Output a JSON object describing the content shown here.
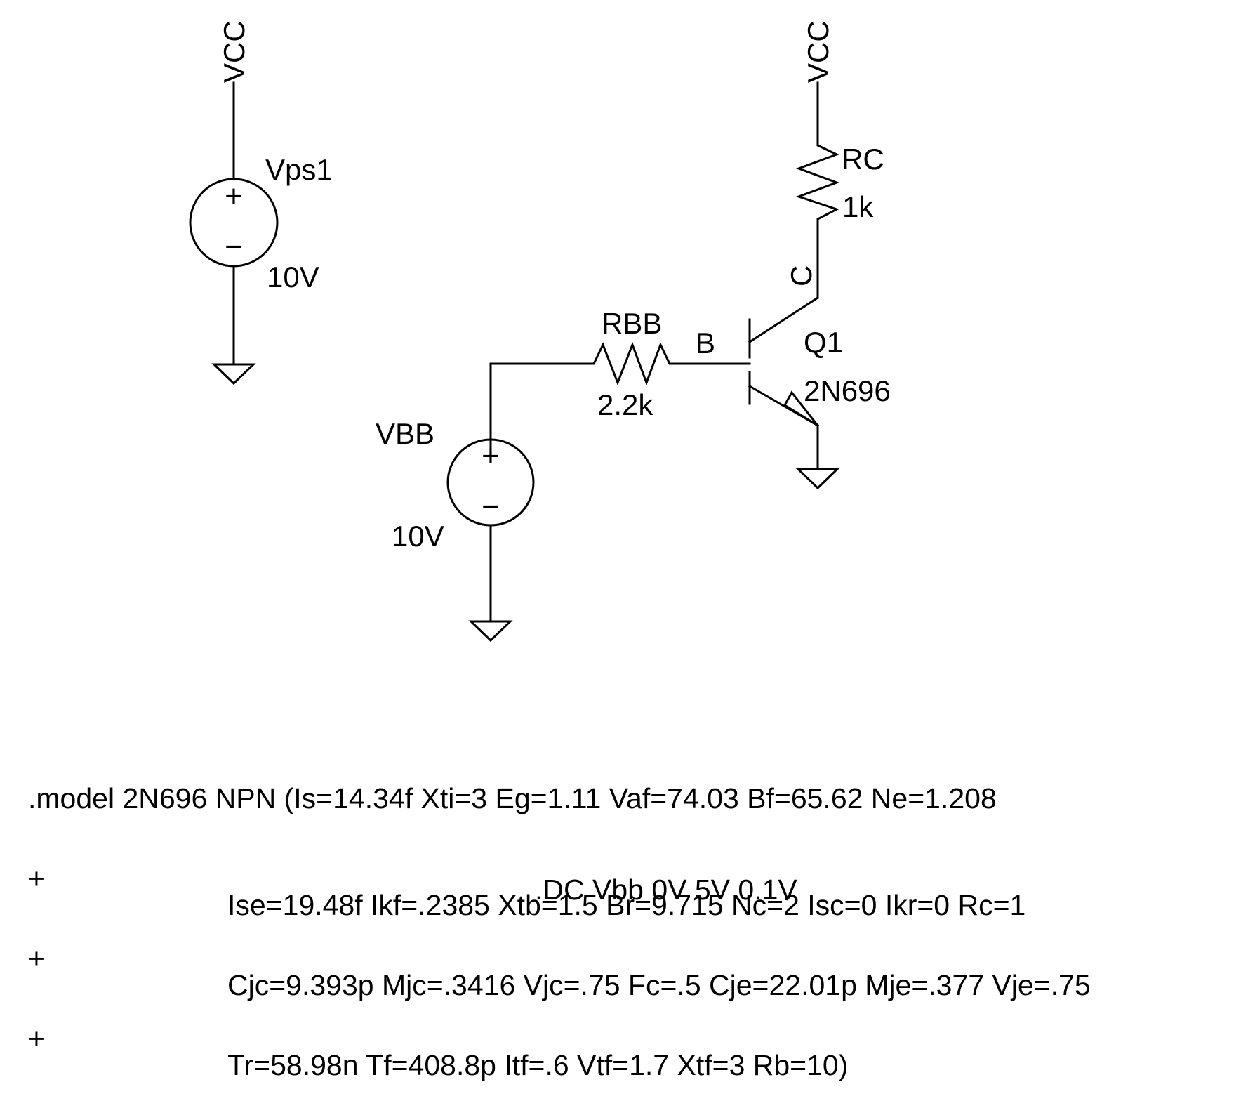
{
  "nets": {
    "vcc_left": "VCC",
    "vcc_right": "VCC",
    "collector_node": "C",
    "base_node": "B"
  },
  "components": {
    "vps1": {
      "name": "Vps1",
      "value": "10V",
      "plus": "+",
      "minus": "−"
    },
    "vbb": {
      "name": "VBB",
      "value": "10V",
      "plus": "+",
      "minus": "−"
    },
    "rbb": {
      "name": "RBB",
      "value": "2.2k"
    },
    "rc": {
      "name": "RC",
      "value": "1k"
    },
    "q1": {
      "name": "Q1",
      "model": "2N696"
    }
  },
  "model": {
    "lines": [
      ".model 2N696 NPN (Is=14.34f Xti=3 Eg=1.11 Vaf=74.03 Bf=65.62 Ne=1.208",
      "Ise=19.48f Ikf=.2385 Xtb=1.5 Br=9.715 Nc=2 Isc=0 Ikr=0 Rc=1",
      "Cjc=9.393p Mjc=.3416 Vjc=.75 Fc=.5 Cje=22.01p Mje=.377 Vje=.75",
      "Tr=58.98n Tf=408.8p Itf=.6 Vtf=1.7 Xtf=3 Rb=10)"
    ],
    "continuation": "+"
  },
  "directive": ".DC Vbb 0V 5V 0.1V"
}
